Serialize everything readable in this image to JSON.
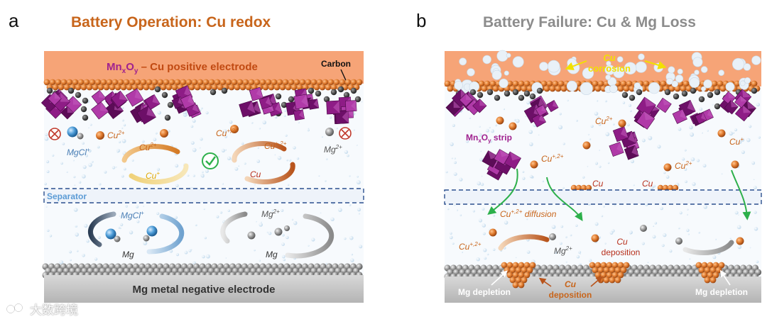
{
  "panel_a": {
    "letter": "a",
    "title": "Battery Operation: Cu redox",
    "electrode_top_prefix": "Mn",
    "electrode_top_sub_x": "x",
    "electrode_top_O": "O",
    "electrode_top_sub_y": "y",
    "electrode_top_rest": " – Cu positive electrode",
    "carbon": "Carbon",
    "cu2_left": "Cu",
    "cu2_left_sup": "2+",
    "mgcl_top": "MgCl",
    "mgcl_top_sup": "+",
    "cu_mid_top": "Cu",
    "cu_mid_top_sup": "+,2+",
    "mg2_right": "Mg",
    "mg2_right_sup": "2+",
    "cycle1_top": "Cu",
    "cycle1_top_sup": "2+",
    "cycle1_bottom": "Cu",
    "cycle1_bottom_sup": "+",
    "cycle2_top": "Cu",
    "cycle2_top_sup": "+,2+",
    "cycle2_bottom": "Cu",
    "separator": "Separator",
    "cycle3_top": "MgCl",
    "cycle3_top_sup": "+",
    "cycle3_bottom": "Mg",
    "cycle4_top": "Mg",
    "cycle4_top_sup": "2+",
    "cycle4_bottom": "Mg",
    "electrode_bottom": "Mg metal negative electrode"
  },
  "panel_b": {
    "letter": "b",
    "title": "Battery Failure: Cu & Mg Loss",
    "corrosion_cu": "Cu",
    "corrosion_word": "corrosion",
    "cu2_a": "Cu",
    "cu2_a_sup": "2+",
    "strip_prefix": "Mn",
    "strip_sub_x": "x",
    "strip_O": "O",
    "strip_sub_y": "y",
    "strip_rest": " strip",
    "cu_mid": "Cu",
    "cu_mid_sup": "+,2+",
    "cu_chain1": "Cu",
    "cu_chain2": "Cu",
    "cu2_b": "Cu",
    "cu2_b_sup": "2+",
    "cu_plus_right": "Cu",
    "cu_plus_right_sup": "+",
    "diffusion_cu": "Cu",
    "diffusion_sup": "+,2+",
    "diffusion_word": " diffusion",
    "cu_left_low": "Cu",
    "cu_left_low_sup": "+,2+",
    "mg2_low": "Mg",
    "mg2_low_sup": "2+",
    "dep1_cu": "Cu",
    "dep1_word": "deposition",
    "dep2_cu": "Cu",
    "dep2_word": "deposition",
    "mg_depl_left": "Mg depletion",
    "mg_depl_right": "Mg depletion"
  },
  "watermark": "大数跨境",
  "colors": {
    "title_orange": "#c8651b",
    "title_gray": "#8c8c8c",
    "electrode_top": "#f6a477",
    "cu_ball": "#e07b2e",
    "mnox_purple": "#8e1c86",
    "separator_blue": "#2b4f8e",
    "mg_gray": "#8d8d8d",
    "green_arrow": "#2db04b",
    "cu_red_text": "#c0392b"
  }
}
